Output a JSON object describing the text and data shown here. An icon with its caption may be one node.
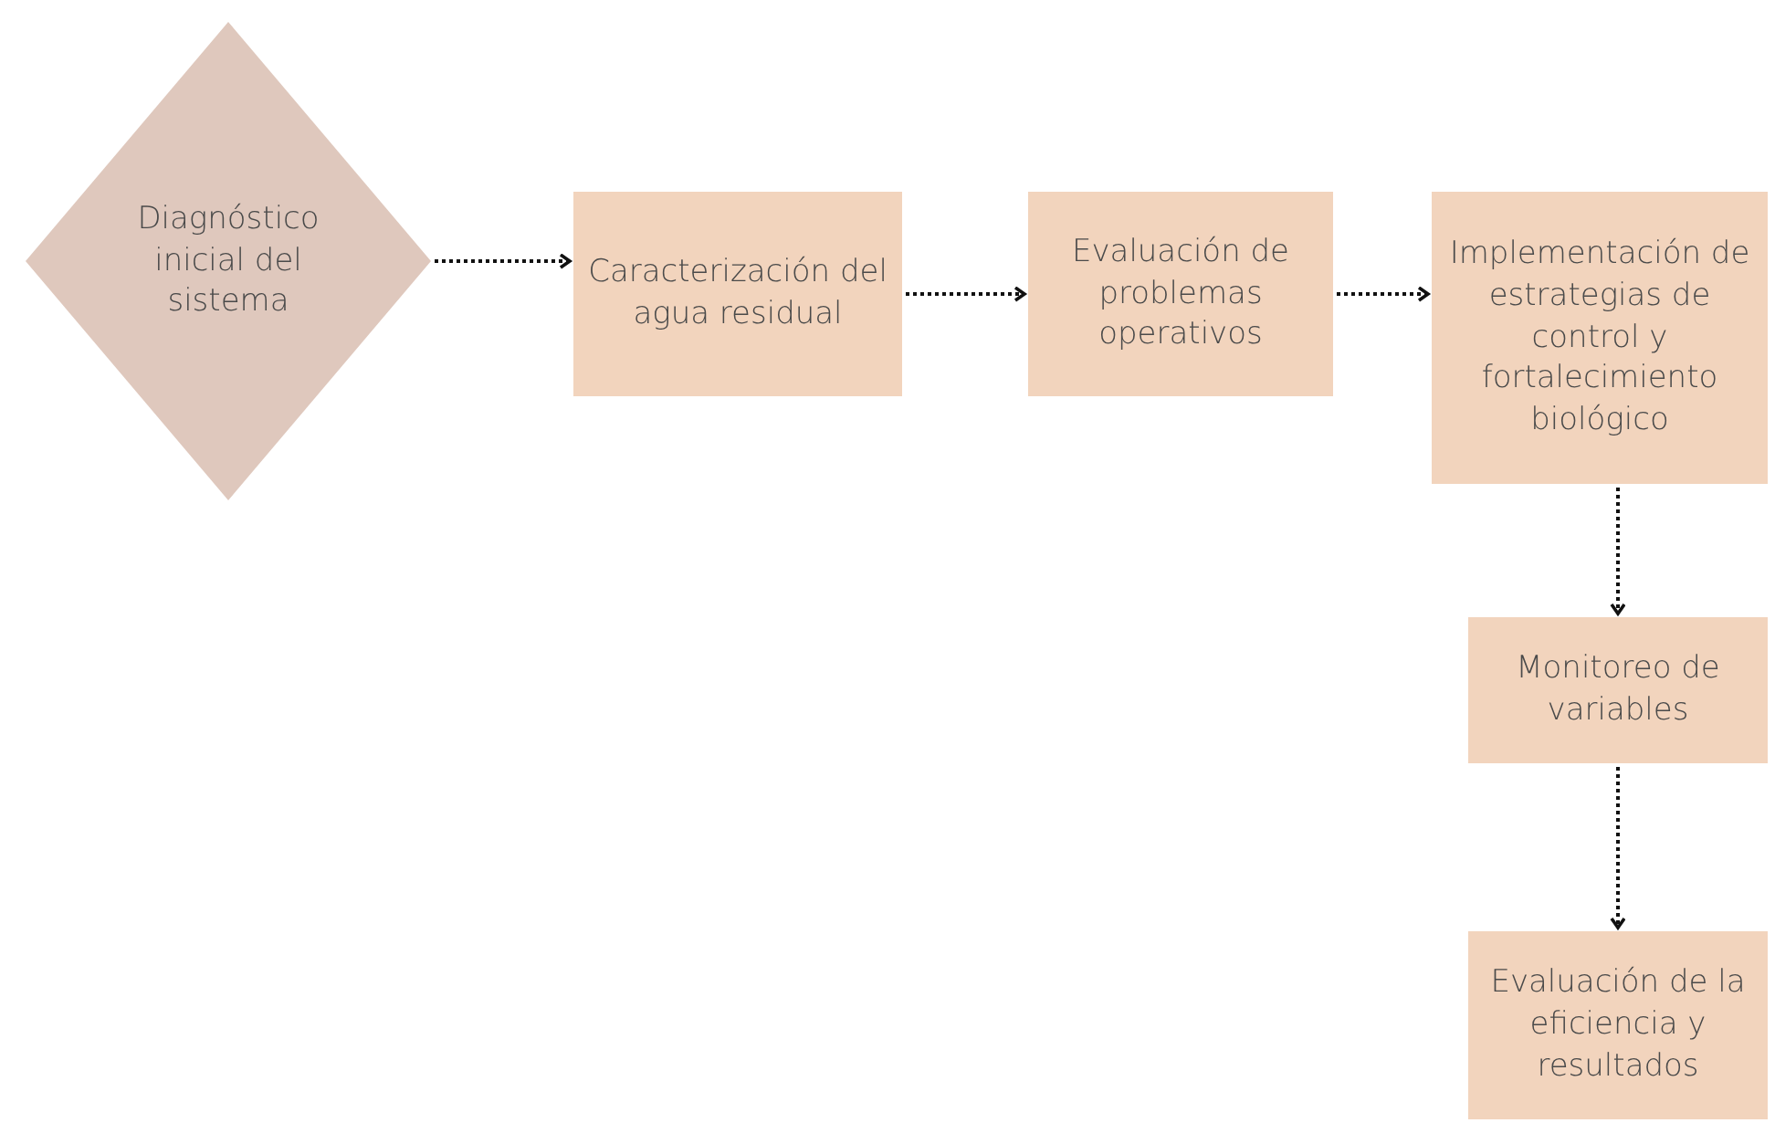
{
  "diagram": {
    "nodes": [
      {
        "text": [
          "Diagnóstico inicial del sistema"
        ]
      },
      {
        "text": [
          "Caracterización del agua residual"
        ]
      },
      {
        "text": [
          "Evaluación de problemas operativos"
        ]
      },
      {
        "text": [
          "Implementación de estrategias de control y fortalecimiento biológico"
        ]
      },
      {
        "text": [
          "Monitoreo de variables"
        ]
      },
      {
        "text": [
          "Evaluación de la eficiencia y resultados"
        ]
      }
    ],
    "edges": [
      {
        "from": 0,
        "to": 1,
        "arrow": "to"
      },
      {
        "from": 1,
        "to": 2,
        "arrow": "to"
      },
      {
        "from": 2,
        "to": 3,
        "arrow": "to"
      },
      {
        "from": 3,
        "to": 4,
        "arrow": "to"
      },
      {
        "from": 4,
        "to": 5,
        "arrow": "to"
      }
    ]
  }
}
